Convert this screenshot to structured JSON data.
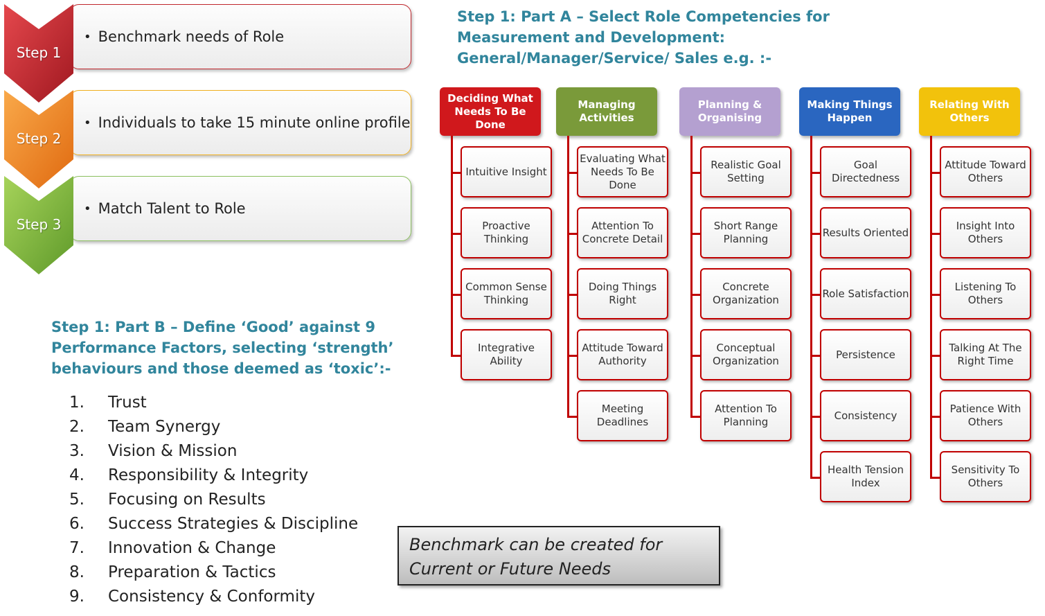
{
  "steps": [
    {
      "label": "Step 1",
      "text": "Benchmark needs of Role",
      "color": "#c0272d"
    },
    {
      "label": "Step 2",
      "text": "Individuals to take 15 minute online profile",
      "color": "#f07d1e"
    },
    {
      "label": "Step 3",
      "text": "Match Talent to Role",
      "color": "#7cb342"
    }
  ],
  "bullet": "•",
  "part_a": {
    "line1": "Step 1: Part A – Select  Role Competencies for",
    "line2": "Measurement and Development:",
    "line3": "General/Manager/Service/ Sales e.g. :-"
  },
  "part_b": {
    "line1": "Step 1: Part B – Define ‘Good’ against 9",
    "line2": "Performance Factors, selecting ‘strength’",
    "line3": "behaviours and those deemed as ‘toxic’:-"
  },
  "factors": [
    {
      "num": "1.",
      "text": "Trust"
    },
    {
      "num": "2.",
      "text": "Team Synergy"
    },
    {
      "num": "3.",
      "text": "Vision & Mission"
    },
    {
      "num": "4.",
      "text": "Responsibility & Integrity"
    },
    {
      "num": "5.",
      "text": "Focusing on Results"
    },
    {
      "num": "6.",
      "text": "Success Strategies & Discipline"
    },
    {
      "num": "7.",
      "text": "Innovation & Change"
    },
    {
      "num": "8.",
      "text": "Preparation & Tactics"
    },
    {
      "num": "9.",
      "text": "Consistency & Conformity"
    }
  ],
  "note": {
    "line1": "Benchmark can be created for",
    "line2": "Current or Future Needs"
  },
  "competencies": [
    {
      "title": "Deciding What\nNeeds To Be Done",
      "color": "#d0181c",
      "items": [
        "Intuitive Insight",
        "Proactive\nThinking",
        "Common Sense\nThinking",
        "Integrative\nAbility"
      ]
    },
    {
      "title": "Managing\nActivities",
      "color": "#7a9a3a",
      "items": [
        "Evaluating What\nNeeds To Be\nDone",
        "Attention To\nConcrete Detail",
        "Doing Things\nRight",
        "Attitude Toward\nAuthority",
        "Meeting\nDeadlines"
      ]
    },
    {
      "title": "Planning &\nOrganising",
      "color": "#b4a0d0",
      "items": [
        "Realistic Goal\nSetting",
        "Short Range\nPlanning",
        "Concrete\nOrganization",
        "Conceptual\nOrganization",
        "Attention To\nPlanning"
      ]
    },
    {
      "title": "Making Things\nHappen",
      "color": "#2a66c0",
      "items": [
        "Goal\nDirectedness",
        "Results Oriented",
        "Role Satisfaction",
        "Persistence",
        "Consistency",
        "Health Tension\nIndex"
      ]
    },
    {
      "title": "Relating With\nOthers",
      "color": "#f2c20c",
      "items": [
        "Attitude Toward\nOthers",
        "Insight Into\nOthers",
        "Listening To\nOthers",
        "Talking At The\nRight Time",
        "Patience With\nOthers",
        "Sensitivity To\nOthers"
      ]
    }
  ]
}
